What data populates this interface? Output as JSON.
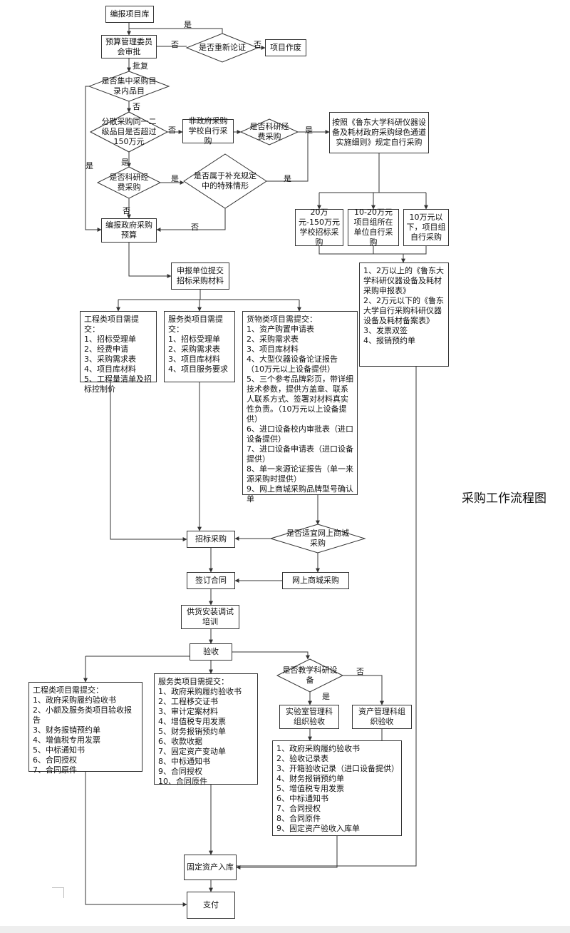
{
  "title": "采购工作流程图",
  "nodes": {
    "start": "编报项目库",
    "budget_approval": "预算管理委员会审批",
    "project_void": "项目作废",
    "non_gov_self": "非政府采购学校自行采购",
    "green_channel": "按照《鲁东大学科研仪器设备及耗材政府采购绿色通道实施细则》规定自行采购",
    "gov_budget": "编报政府采购预算",
    "range_20_150": "20万元-150万元学校招标采购",
    "range_10_20": "10-20万元项目组所在单位自行采购",
    "range_10": "10万元以下，项目组自行采购",
    "submit_materials": "申报单位提交招标采购材料",
    "bid_purchase": "招标采购",
    "sign_contract": "签订合同",
    "online_mall": "网上商城采购",
    "supply_install": "供货安装调试培训",
    "acceptance": "验收",
    "lab_dept_accept": "实验室管理科组织验收",
    "asset_dept_accept": "资产管理科组织验收",
    "fixed_asset": "固定资产入库",
    "payment": "支付"
  },
  "decisions": {
    "reargue": "是否重新论证",
    "central_catalog": "是否集中采购目录内品目",
    "over_150": "分散采购同一二级品目是否超过150万元",
    "sci_fund_1": "是否科研经费采购",
    "sci_fund_2": "是否科研经费采购",
    "special_case": "是否属于补充规定中的特殊情形",
    "online_suitable": "是否适宜网上商城采购",
    "teaching_equipment": "是否教学科研设备"
  },
  "edge_labels": {
    "yes": "是",
    "no": "否",
    "approved": "批复"
  },
  "lists": {
    "small_purchase": {
      "title": "",
      "items": [
        "1、2万以上的《鲁东大学科研仪器设备及耗材采购申报表》",
        "2、2万元以下的《鲁东大学自行采购科研仪器设备及耗材备案表》",
        "3、发票双签",
        "4、报销预约单"
      ]
    },
    "eng_submit": {
      "title": "工程类项目需提交：",
      "items": [
        "1、招标受理单",
        "2、经费申请",
        "3、采购需求表",
        "4、项目库材料",
        "5、工程量清单及招标控制价"
      ]
    },
    "svc_submit": {
      "title": "服务类项目需提交：",
      "items": [
        "1、招标受理单",
        "2、采购需求表",
        "3、项目库材料",
        "4、项目服务要求"
      ]
    },
    "goods_submit": {
      "title": "货物类项目需提交：",
      "items": [
        "1、资产购置申请表",
        "2、采购需求表",
        "3、项目库材料",
        "4、大型仪器设备论证报告（10万元以上设备提供）",
        "5、三个参考品牌彩页，带详细技术参数，提供方盖章、联系人联系方式、签署对材料真实性负责。（10万元以上设备提供）",
        "6、进口设备校内审批表（进口设备提供）",
        "7、进口设备申请表（进口设备提供）",
        "8、单一来源论证报告（单一来源采购时提供）",
        "9、网上商城采购品牌型号确认单"
      ]
    },
    "eng_accept": {
      "title": "工程类项目需提交：",
      "items": [
        "1、政府采购履约验收书",
        "2、小额及服务类项目验收报告",
        "3、财务报销预约单",
        "4、增值税专用发票",
        "5、中标通知书",
        "6、合同授权",
        "7、合同原件"
      ]
    },
    "svc_accept": {
      "title": "服务类项目需提交：",
      "items": [
        "1、政府采购履约验收书",
        "2、工程移交证书",
        "3、审计定案材料",
        "4、增值税专用发票",
        "5、财务报销预约单",
        "6、收款收据",
        "7、固定资产变动单",
        "8、中标通知书",
        "9、合同授权",
        "10、合同原件"
      ]
    },
    "goods_accept": {
      "title": "",
      "items": [
        "1、政府采购履约验收书",
        "2、验收记录表",
        "3、开箱验收记录（进口设备提供）",
        "4、财务报销预约单",
        "5、增值税专用发票",
        "6、中标通知书",
        "7、合同授权",
        "8、合同原件",
        "9、固定资产验收入库单"
      ]
    }
  },
  "colors": {
    "line": "#333333",
    "background": "#ffffff"
  }
}
